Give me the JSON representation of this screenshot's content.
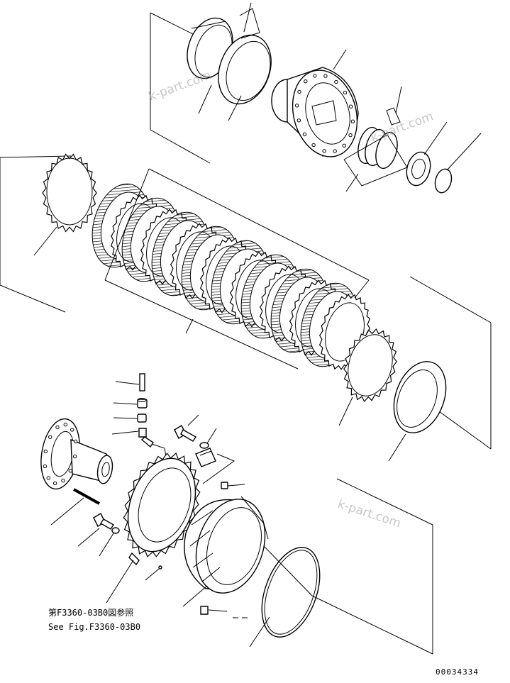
{
  "note": {
    "line1": "第F3360-03B0図参照",
    "line2": "See Fig.F3360-03B0"
  },
  "drawing_code": "00034334",
  "watermarks": [
    "k-part.com",
    "k-part.com",
    "k-part.com"
  ],
  "colors": {
    "ink": "#000000",
    "paper": "#ffffff",
    "watermark": "#9a9a9a"
  },
  "parts": [
    "snap-ring-large",
    "piston-seal-ring",
    "housing-hub",
    "seal-ring-pair",
    "bearing",
    "snap-ring-small",
    "clutch-disc-outer-left",
    "clutch-plate-stack",
    "clutch-disc-outer-right",
    "thrust-plate",
    "pin",
    "bushing",
    "sleeve",
    "elbow-fitting",
    "bolt",
    "washer",
    "bracket",
    "input-shaft-flange",
    "stud-bolt",
    "hex-bolt",
    "plain-washer",
    "clutch-drum",
    "ring-gear-carrier",
    "plug",
    "nut",
    "o-ring-large"
  ]
}
